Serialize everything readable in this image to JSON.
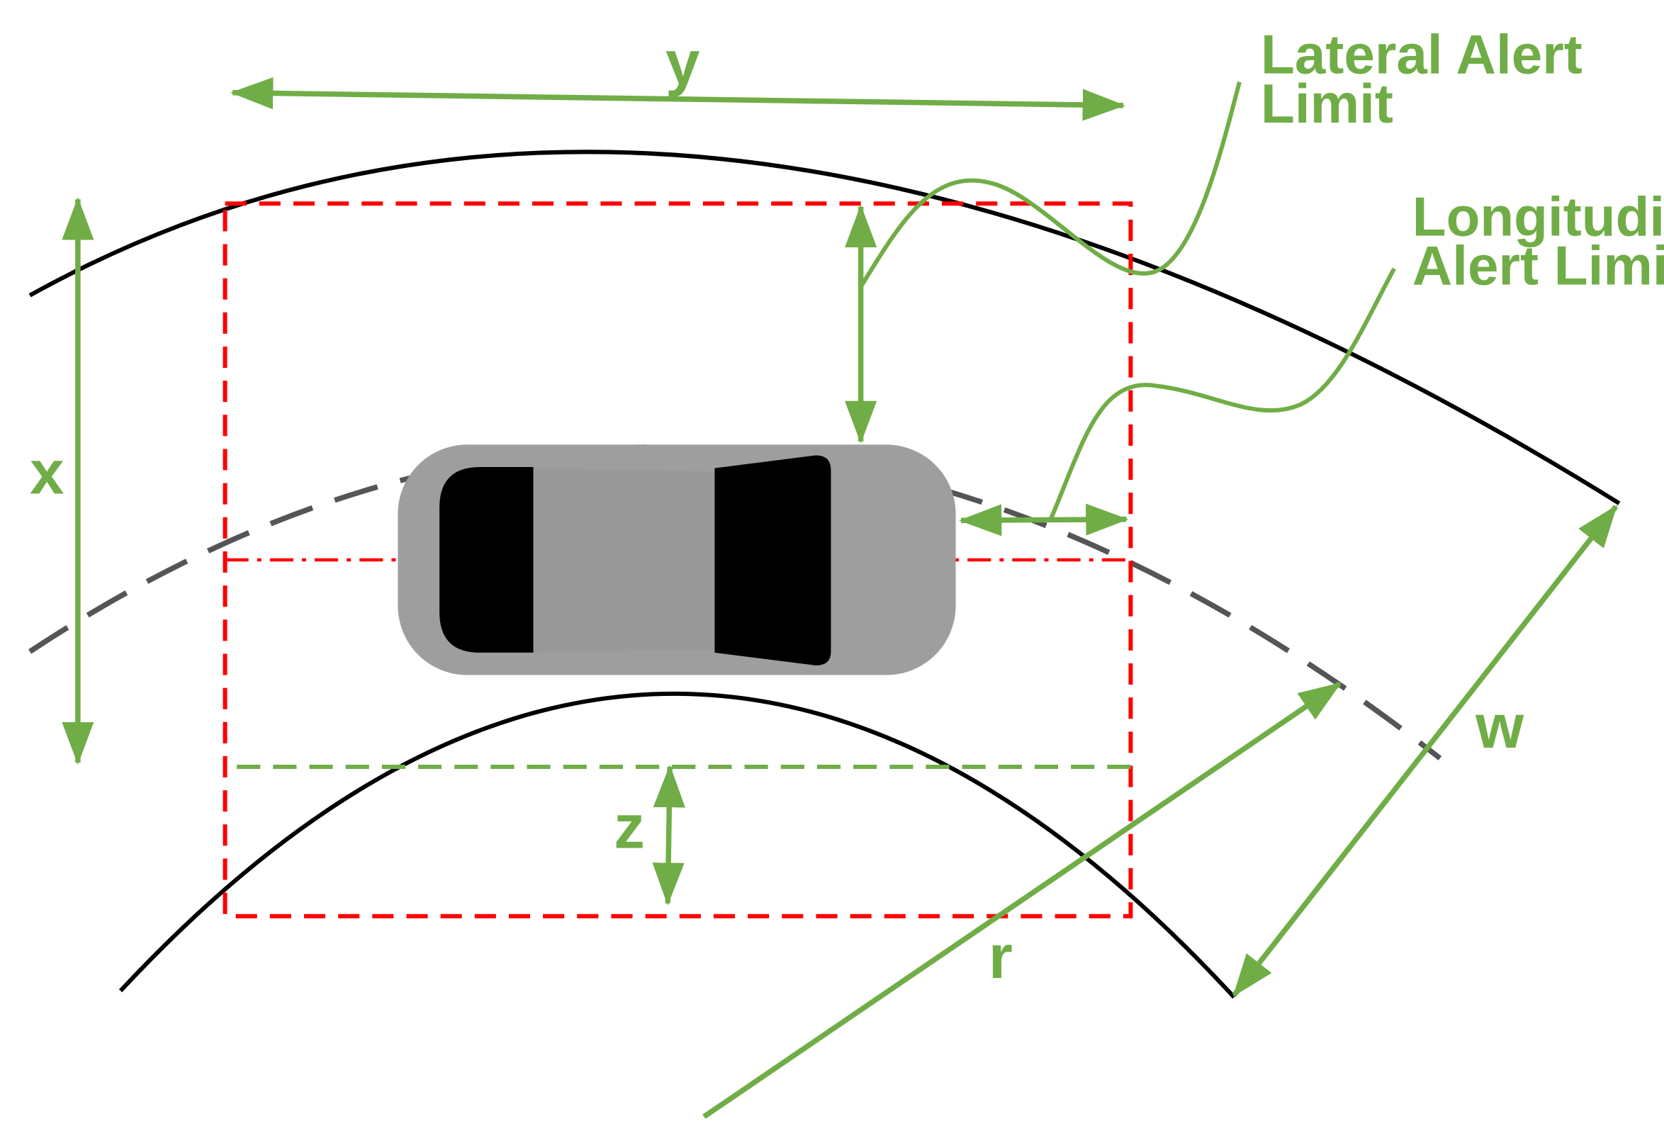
{
  "labels": {
    "x": "x",
    "y": "y",
    "z": "z",
    "w": "w",
    "r": "r",
    "lateral_line1": "Lateral Alert",
    "lateral_line2": "Limit",
    "longitudinal_line1": "Longitudinal",
    "longitudinal_line2": "Alert Limit"
  },
  "colors": {
    "annotation": "#70ad47",
    "road_edge": "#000000",
    "centerline": "#555555",
    "protection_box": "#ff0000",
    "car_body": "#9e9e9e",
    "car_glass": "#000000",
    "car_roof": "#999999"
  }
}
